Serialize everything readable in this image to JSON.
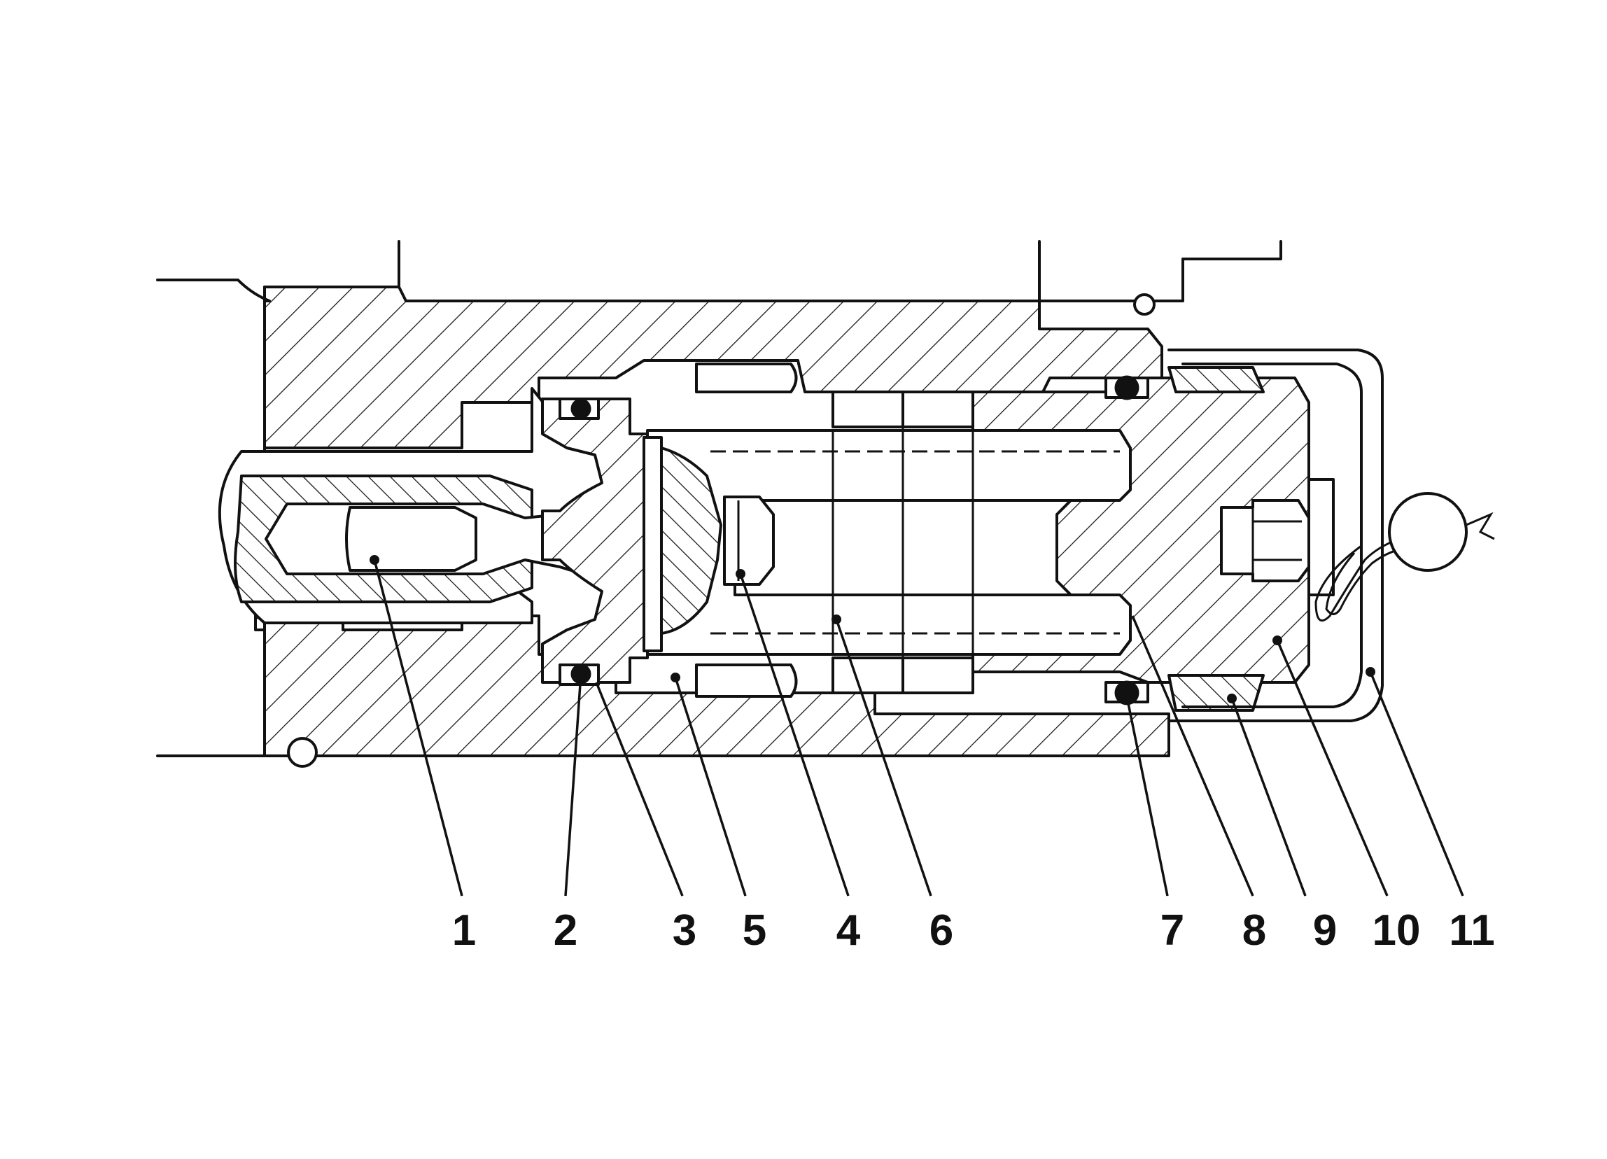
{
  "diagram": {
    "callouts": [
      {
        "id": "1",
        "label": "1"
      },
      {
        "id": "2",
        "label": "2"
      },
      {
        "id": "3",
        "label": "3"
      },
      {
        "id": "5",
        "label": "5"
      },
      {
        "id": "4",
        "label": "4"
      },
      {
        "id": "6",
        "label": "6"
      },
      {
        "id": "7",
        "label": "7"
      },
      {
        "id": "8",
        "label": "8"
      },
      {
        "id": "9",
        "label": "9"
      },
      {
        "id": "10",
        "label": "10"
      },
      {
        "id": "11",
        "label": "11"
      }
    ],
    "colors": {
      "line": "#111111",
      "background": "#ffffff"
    }
  }
}
